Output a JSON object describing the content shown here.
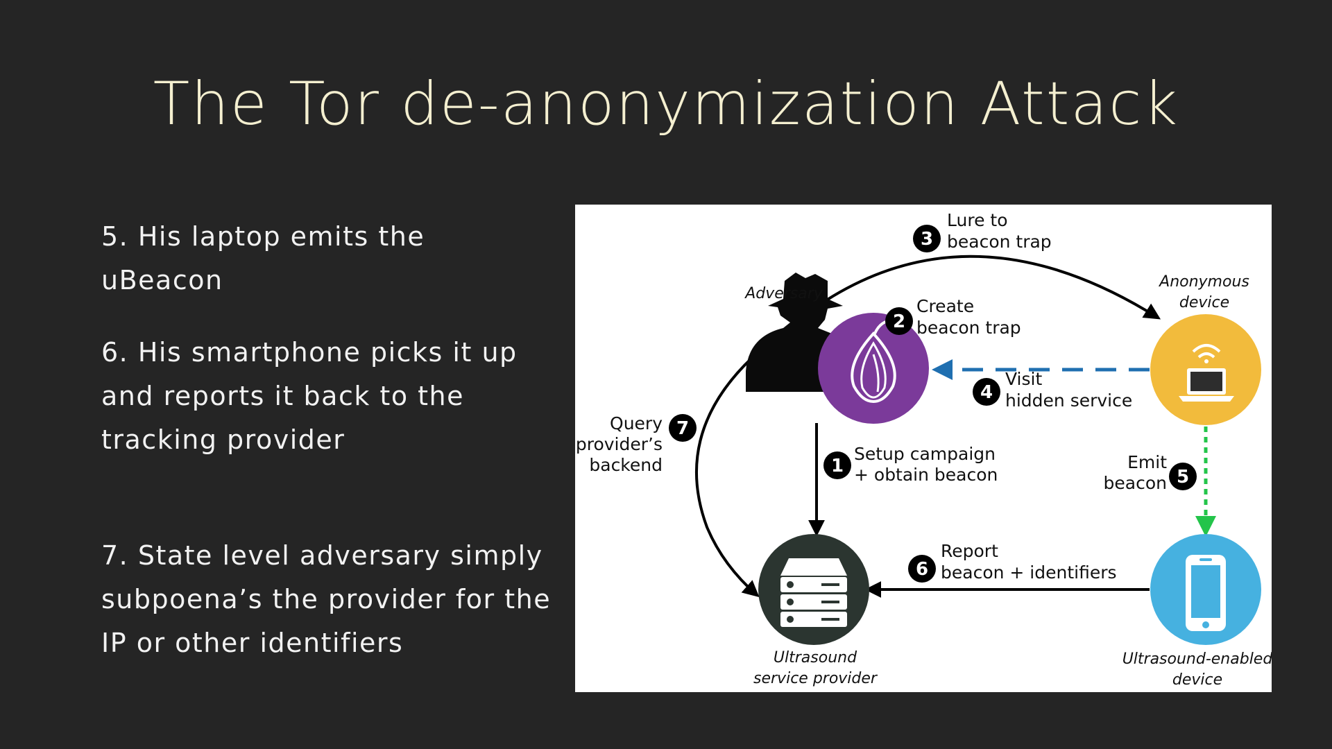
{
  "title": "The Tor de-anonymization Attack",
  "bullets": [
    "5. His laptop emits the uBeacon",
    "6. His smartphone picks it up and reports it back to the tracking provider",
    "7. State level adversary simply subpoena’s the provider for the IP or other identifiers"
  ],
  "diagram": {
    "nodes": {
      "adversary": "Adversary",
      "anonymous_device": [
        "Anonymous",
        "device"
      ],
      "ultrasound_provider": [
        "Ultrasound",
        "service provider"
      ],
      "ultrasound_device": [
        "Ultrasound-enabled",
        "device"
      ]
    },
    "steps": [
      {
        "num": "1",
        "lines": [
          "Setup campaign",
          "+ obtain beacon"
        ]
      },
      {
        "num": "2",
        "lines": [
          "Create",
          "beacon trap"
        ]
      },
      {
        "num": "3",
        "lines": [
          "Lure to",
          "beacon trap"
        ]
      },
      {
        "num": "4",
        "lines": [
          "Visit",
          "hidden service"
        ]
      },
      {
        "num": "5",
        "lines": [
          "Emit",
          "beacon"
        ]
      },
      {
        "num": "6",
        "lines": [
          "Report",
          "beacon + identifiers"
        ]
      },
      {
        "num": "7",
        "lines": [
          "Query",
          "provider’s",
          "backend"
        ]
      }
    ],
    "colors": {
      "tor_purple": "#7b3a9a",
      "anonymous_yellow": "#f2bb3c",
      "ultrasound_blue": "#46b1e0",
      "provider_dark": "#2b3530",
      "visit_dashed_blue": "#1f6fb0",
      "emit_dotted_green": "#23c44a"
    }
  }
}
